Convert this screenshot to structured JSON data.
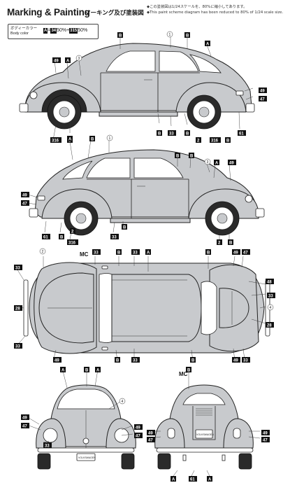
{
  "header": {
    "title_en": "Marking & Painting",
    "title_jp": "マーキング及び塗装図",
    "note_jp": "◆この塗装図は1/24スケールを、80%に縮小してあります。",
    "note_en": "◆This paint scheme diagram has been reduced to 80% of 1/24 scale size."
  },
  "body_color": {
    "label_jp": "ボディーカラー",
    "label_en": "Body color",
    "code_a": "A",
    "equals": "=",
    "code_1": "34",
    "pct_1": "50%",
    "plus": "+",
    "code_2": "315",
    "pct_2": "50%"
  },
  "markers": {
    "mc": "MC",
    "plate_text": "VOLKSWAGEN"
  },
  "colors": {
    "body": "#c8cacd",
    "ink": "#222222",
    "tag": "#111111"
  }
}
